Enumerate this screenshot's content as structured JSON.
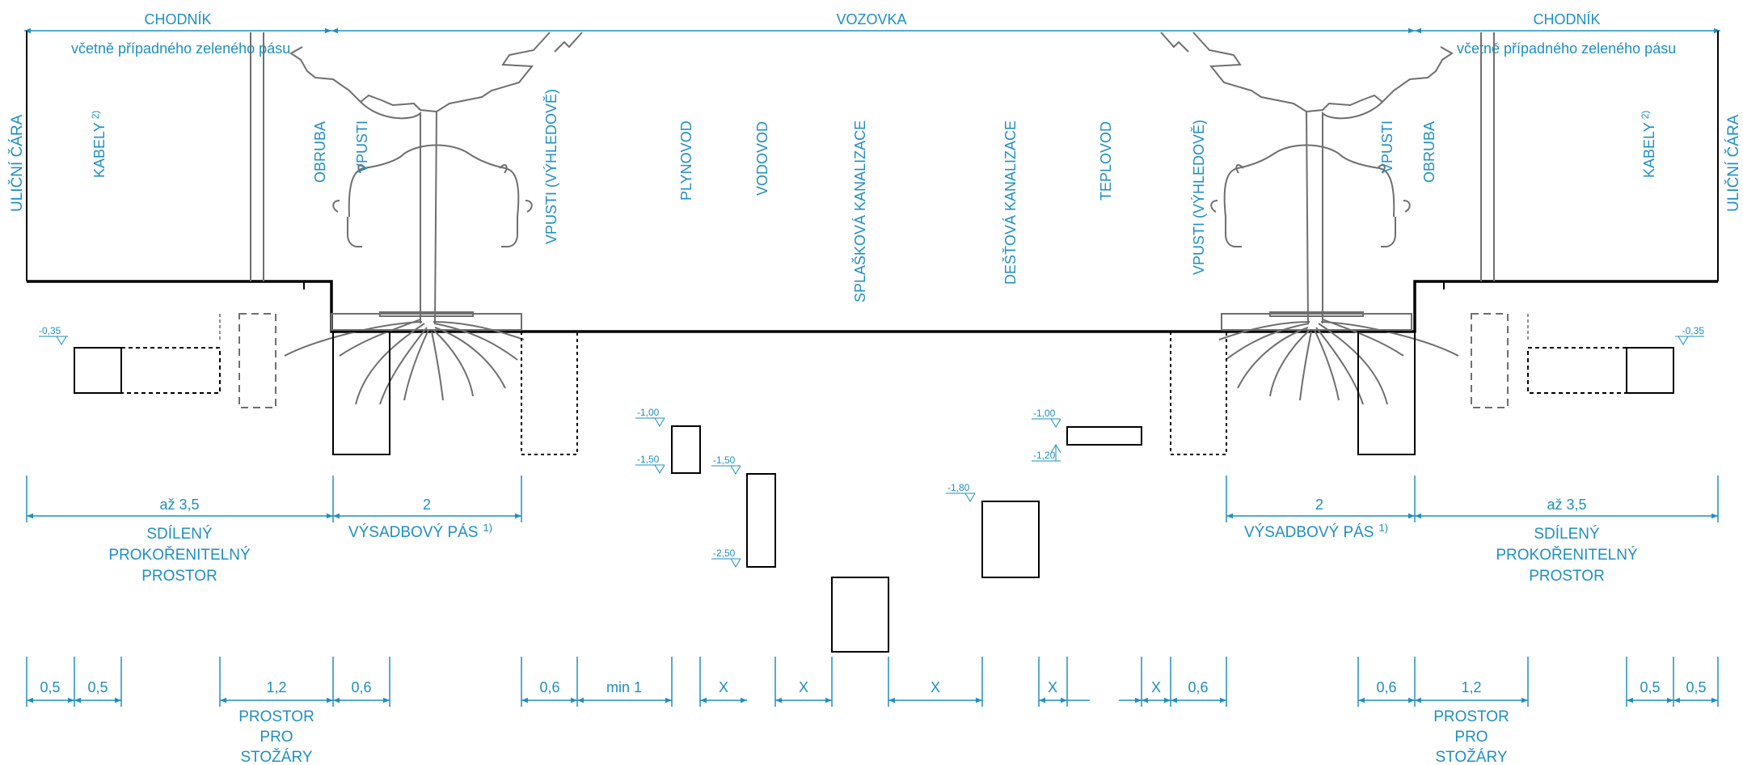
{
  "colors": {
    "annotation": "#1f8fbf",
    "line": "#000000",
    "tree": "#6f6f6f",
    "background": "#ffffff"
  },
  "top_labels": {
    "sidewalk_left": "CHODNÍK",
    "sidewalk_left_note": "včetně případného zeleného pásu",
    "road": "VOZOVKA",
    "sidewalk_right": "CHODNÍK",
    "sidewalk_right_note": "včetně případného zeleného pásu"
  },
  "vertical_labels": {
    "street_line_left": "ULIČNÍ ČÁRA",
    "cables_left": "KABELY",
    "cables_left_sup": "2)",
    "curb_left": "OBRUBA",
    "inlets_left": "VPUSTI",
    "inlets_future_left": "VPUSTI (VÝHLEDOVĚ)",
    "gas": "PLYNOVOD",
    "water": "VODOVOD",
    "sewer": "SPLAŠKOVÁ KANALIZACE",
    "storm": "DEŠŤOVÁ KANALIZACE",
    "heat": "TEPLOVOD",
    "inlets_future_right": "VPUSTI (VÝHLEDOVĚ)",
    "inlets_right": "VPUSTI",
    "curb_right": "OBRUBA",
    "cables_right": "KABELY",
    "cables_right_sup": "2)",
    "street_line_right": "ULIČNÍ ČÁRA"
  },
  "depths": {
    "cable_left": "-0,35",
    "cable_right": "-0,35",
    "gas_top": "-1,00",
    "gas_bottom": "-1,50",
    "water_top": "-1,50",
    "water_bottom": "-2,50",
    "storm_top": "-1,80",
    "heat_top": "-1,00",
    "heat_bottom": "-1,20"
  },
  "middle_dims": {
    "shared_left_value": "až 3,5",
    "shared_left_label": [
      "SDÍLENÝ",
      "PROKOŘENITELNÝ",
      "PROSTOR"
    ],
    "planting_left_value": "2",
    "planting_left_label": "VÝSADBOVÝ PÁS",
    "planting_left_sup": "1)",
    "planting_right_value": "2",
    "planting_right_label": "VÝSADBOVÝ PÁS",
    "planting_right_sup": "1)",
    "shared_right_value": "až 3,5",
    "shared_right_label": [
      "SDÍLENÝ",
      "PROKOŘENITELNÝ",
      "PROSTOR"
    ]
  },
  "bottom_dims": {
    "d1": "0,5",
    "d2": "0,5",
    "d3": "1,2",
    "d4": "0,6",
    "d5": "0,6",
    "d6": "min 1",
    "d7": "X",
    "d8": "X",
    "d9": "X",
    "d10": "X",
    "d11": "X",
    "d12": "0,6",
    "d13": "0,6",
    "d14": "1,2",
    "d15": "0,5",
    "d16": "0,5",
    "mast_left": [
      "PROSTOR",
      "PRO",
      "STOŽÁRY"
    ],
    "mast_right": [
      "PROSTOR",
      "PRO",
      "STOŽÁRY"
    ]
  }
}
